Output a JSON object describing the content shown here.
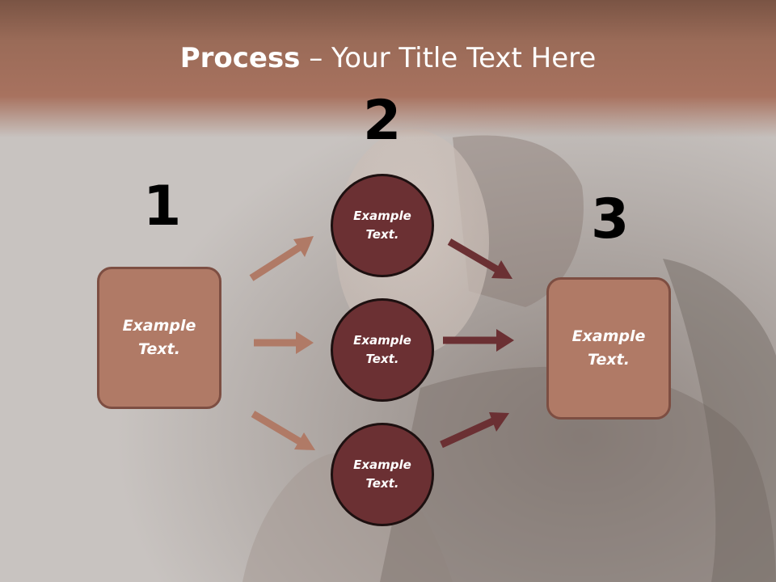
{
  "title": {
    "bold": "Process",
    "rest": " – Your Title Text Here"
  },
  "steps": {
    "one": "1",
    "two": "2",
    "three": "3"
  },
  "left_box": {
    "label": "Example\nText."
  },
  "right_box": {
    "label": "Example\nText."
  },
  "circles": [
    {
      "label": "Example\nText."
    },
    {
      "label": "Example\nText."
    },
    {
      "label": "Example\nText."
    }
  ],
  "colors": {
    "box_fill": "#b07a66",
    "box_border": "#7d4e42",
    "circle_fill": "#6b3033",
    "light_arrow": "#b07a66",
    "dark_arrow": "#6b3033"
  }
}
